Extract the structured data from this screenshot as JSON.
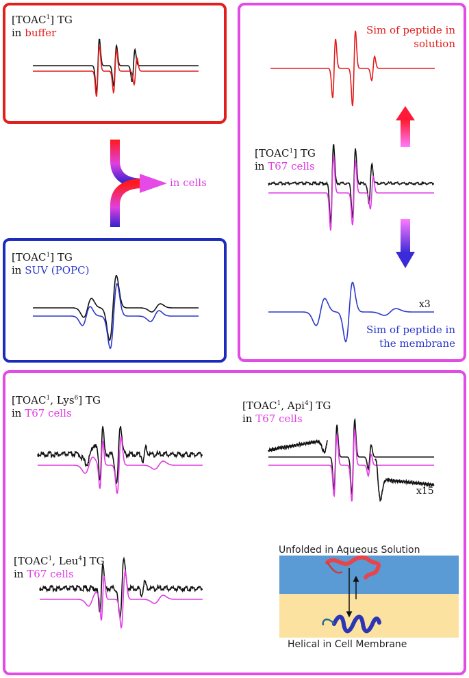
{
  "buffer_panel": {
    "line1": "[TOAC",
    "sup": "1",
    "line1_tail": "] TG",
    "line2_prefix": "in ",
    "medium": "buffer",
    "border_color": "#e0201d"
  },
  "suv_panel": {
    "line1": "[TOAC",
    "sup": "1",
    "line1_tail": "] TG",
    "line2_prefix": "in ",
    "medium": "SUV (POPC)",
    "border_color": "#1d2bbd"
  },
  "arrow_label": "in cells",
  "cells_panel": {
    "sim_solution": [
      "Sim of peptide in",
      "solution"
    ],
    "line1": "[TOAC",
    "sup": "1",
    "line1_tail": "] TG",
    "line2_prefix": "in ",
    "medium": "T67 cells",
    "scale": "x3",
    "sim_membrane": [
      "Sim of peptide in",
      "the membrane"
    ],
    "border_color": "#e24be6"
  },
  "bottom_panel": {
    "lys": {
      "pre": "[TOAC",
      "sup1": "1",
      "mid": ", Lys",
      "sup2": "6",
      "tail": "] TG",
      "line2_prefix": "in ",
      "medium": "T67 cells"
    },
    "api": {
      "pre": "[TOAC",
      "sup1": "1",
      "mid": ", Api",
      "sup2": "4",
      "tail": "] TG",
      "line2_prefix": "in ",
      "medium": "T67 cells",
      "scale": "x15"
    },
    "leu": {
      "pre": "[TOAC",
      "sup1": "1",
      "mid": ", Leu",
      "sup2": "4",
      "tail": "] TG",
      "line2_prefix": "in ",
      "medium": "T67 cells"
    },
    "schematic": {
      "top_caption": "Unfolded in Aqueous Solution",
      "bottom_caption": "Helical in Cell Membrane",
      "water_color": "#5b9bd5",
      "membrane_color": "#fbe2a0"
    }
  },
  "colors": {
    "black": "#111111",
    "red": "#e21c1c",
    "magenta": "#e03be3",
    "blue": "#2a37c9"
  }
}
